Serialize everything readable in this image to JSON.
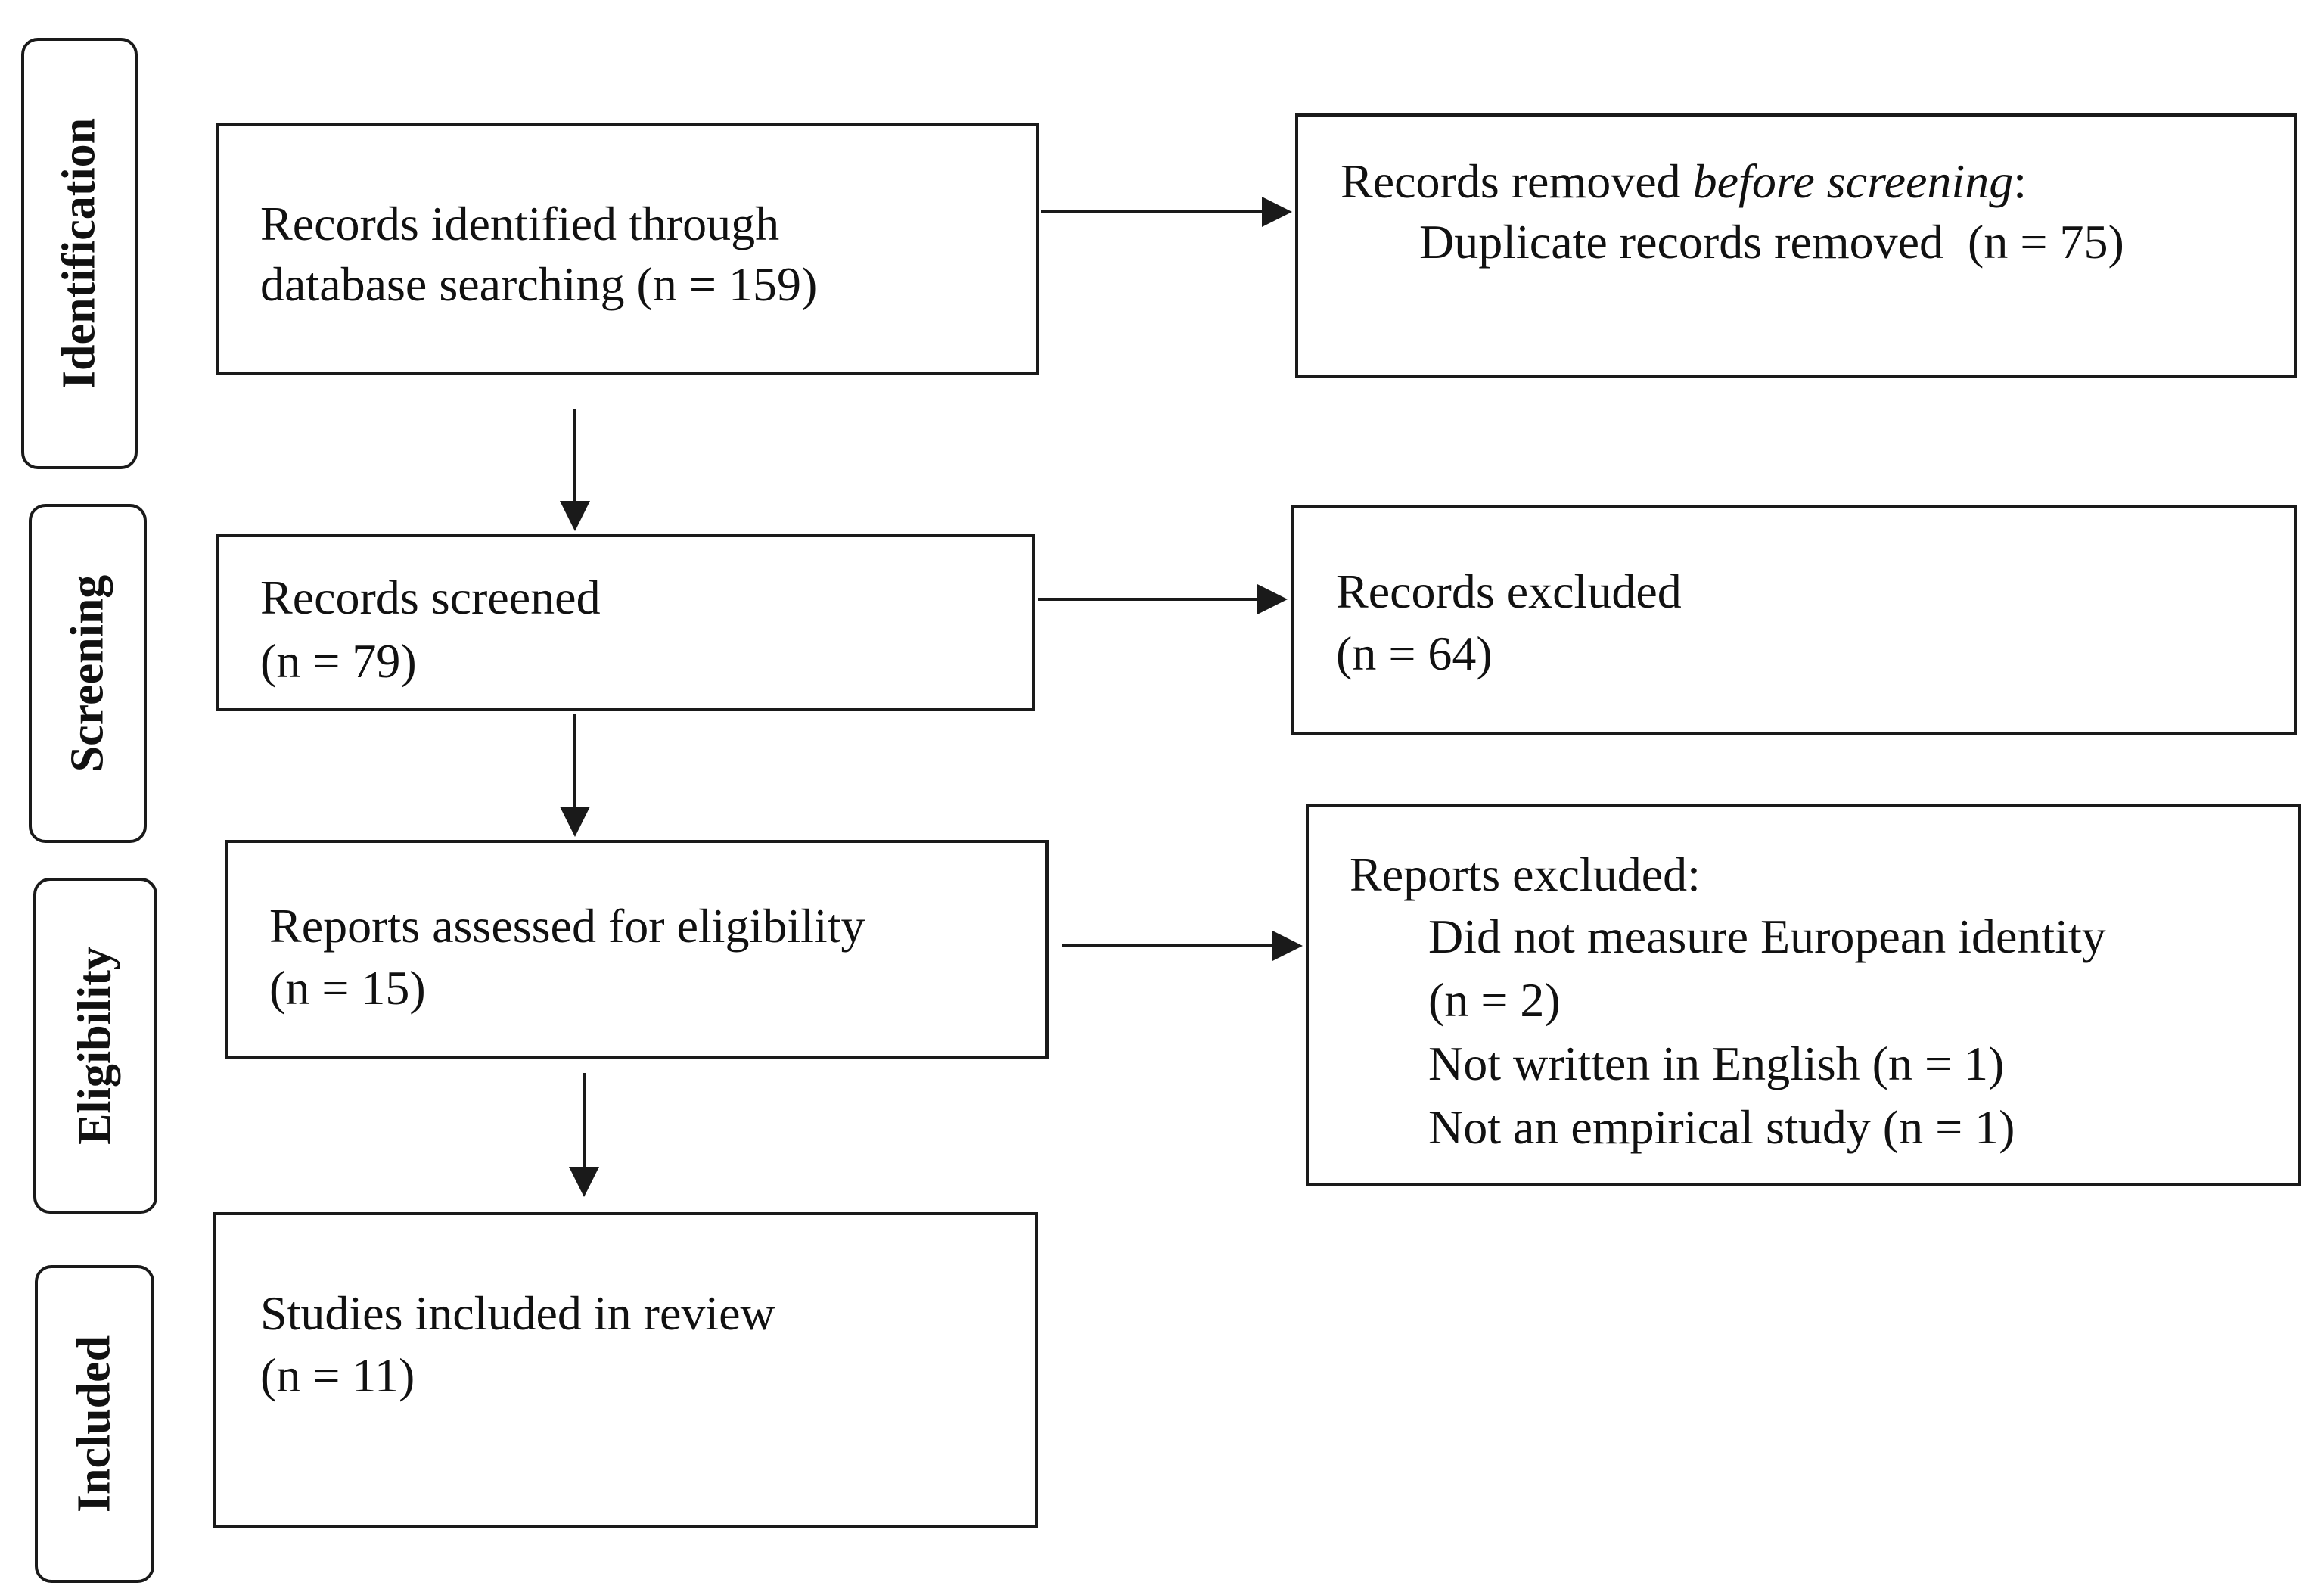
{
  "stages": [
    {
      "id": "identification",
      "label": "Identification"
    },
    {
      "id": "screening",
      "label": "Screening"
    },
    {
      "id": "eligibility",
      "label": "Eligibility"
    },
    {
      "id": "included",
      "label": "Included"
    }
  ],
  "boxes": {
    "identified": {
      "line1": "Records identified through",
      "line2": "database searching (n = 159)"
    },
    "removed": {
      "prefix": "Records removed ",
      "emphasis": "before screening",
      "suffix": ":",
      "detail": "Duplicate records removed  (n = 75)"
    },
    "screened": {
      "line1": "Records screened",
      "line2": "(n = 79)"
    },
    "excluded": {
      "line1": "Records excluded",
      "line2": "(n = 64)"
    },
    "assessed": {
      "line1": "Reports assessed for eligibility",
      "line2": "(n = 15)"
    },
    "reports_excluded": {
      "title": "Reports excluded:",
      "reasons": [
        "Did not measure European identity",
        "(n = 2)",
        "Not written in English (n = 1)",
        "Not an empirical study (n = 1)"
      ]
    },
    "included": {
      "line1": "Studies included in review",
      "line2": "(n = 11)"
    }
  }
}
